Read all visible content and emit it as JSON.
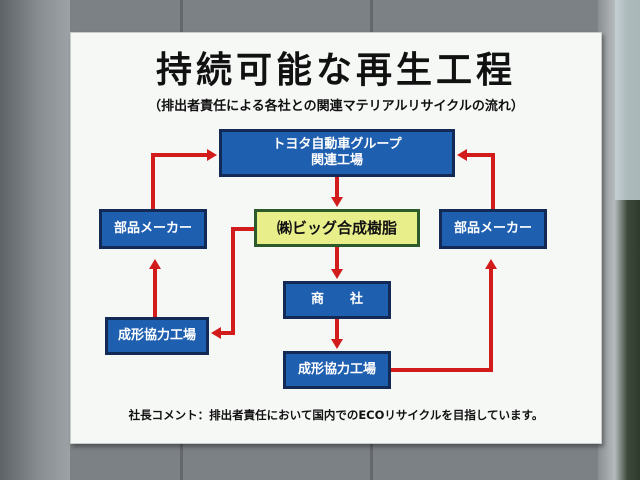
{
  "sign": {
    "title": "持続可能な再生工程",
    "subtitle": "（排出者責任による各社との関連マテリアルリサイクルの流れ）",
    "boxes": {
      "toyota_line1": "トヨタ自動車グループ",
      "toyota_line2": "関連工場",
      "big": "㈱ビッグ合成樹脂",
      "parts_left": "部品メーカー",
      "parts_right": "部品メーカー",
      "trading": "商　　社",
      "molding_left": "成形協力工場",
      "molding_bottom": "成形協力工場"
    },
    "comment": "社長コメント：排出者責任において国内でのECOリサイクルを目指しています。"
  },
  "colors": {
    "box_blue": "#1f5fb0",
    "box_yellow": "#e8ee8a",
    "arrow_red": "#d21b1b"
  }
}
